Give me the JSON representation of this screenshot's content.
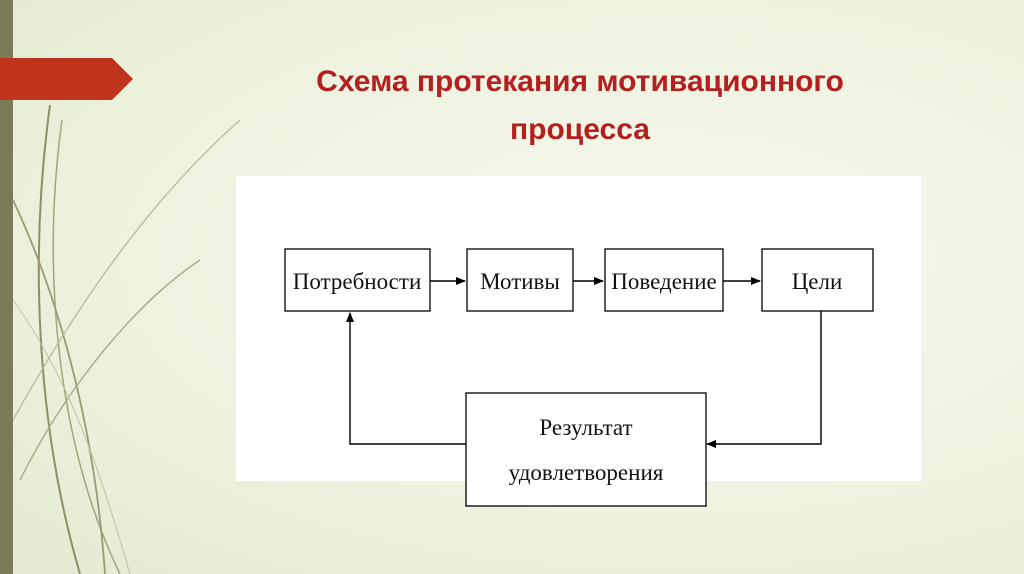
{
  "slide": {
    "title_line1": "Схема протекания мотивационного",
    "title_line2": "процесса",
    "accent_color": "#b42020",
    "decor_color": "#7b7a59"
  },
  "diagram": {
    "nodes": {
      "needs": "Потребности",
      "motives": "Мотивы",
      "behavior": "Поведение",
      "goals": "Цели",
      "result_line1": "Результат",
      "result_line2": "удовлетворения"
    },
    "edges": [
      {
        "from": "needs",
        "to": "motives"
      },
      {
        "from": "motives",
        "to": "behavior"
      },
      {
        "from": "behavior",
        "to": "goals"
      },
      {
        "from": "goals",
        "to": "result"
      },
      {
        "from": "result",
        "to": "needs"
      }
    ]
  }
}
